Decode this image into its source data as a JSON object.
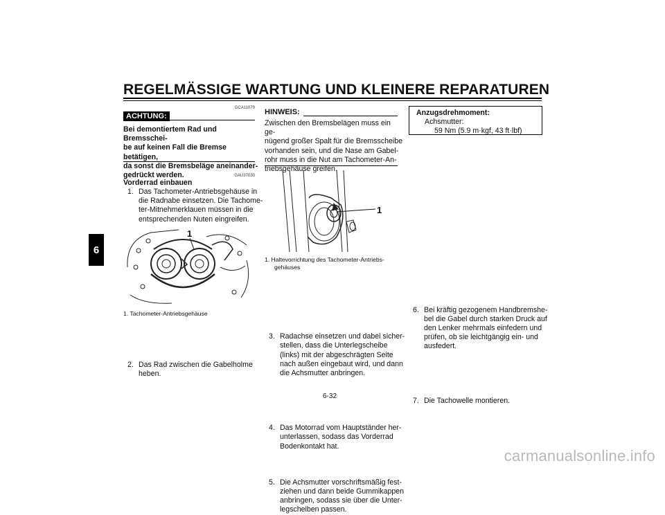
{
  "header": {
    "title": "REGELMÄSSIGE WARTUNG UND KLEINERE REPARATUREN",
    "chapter_tab": "6"
  },
  "col1": {
    "code_a": "GCA11070",
    "achtung_label": "ACHTUNG:",
    "achtung_text": [
      "Bei demontiertem Rad und Bremsschei-",
      "be auf keinen Fall die Bremse betätigen,",
      "da sonst die Bremsbeläge aneinander-",
      "gedrückt werden."
    ],
    "code_b": "GAU37030",
    "section_title": "Vorderrad einbauen",
    "step1_num": "1.",
    "step1": [
      "Das Tachometer-Antriebsgehäuse in",
      "die Radnabe einsetzen. Die Tachome-",
      "ter-Mitnehmerklauen müssen in die",
      "entsprechenden Nuten eingreifen."
    ],
    "figure1_callout": "1",
    "figure1_caption": "1.  Tachometer-Antriebsgehäuse",
    "step2_num": "2.",
    "step2": [
      "Das Rad zwischen die Gabelholme",
      "heben."
    ]
  },
  "col2": {
    "hinweis_label": "HINWEIS:",
    "hinweis_text": [
      "Zwischen den Bremsbelägen muss ein ge-",
      "nügend großer Spalt für die Bremsscheibe",
      "vorhanden sein, und die Nase am Gabel-",
      "rohr muss in die Nut am Tachometer-An-",
      "triebsgehäuse greifen."
    ],
    "figure2_callout": "1",
    "figure2_caption": [
      "1.  Haltevorrichtung des Tachometer-Antriebs-",
      "gehäuses"
    ],
    "step3_num": "3.",
    "step3": [
      "Radachse einsetzen und dabei sicher-",
      "stellen, dass die Unterlegscheibe",
      "(links) mit der abgeschrägten Seite",
      "nach außen eingebaut wird, und dann",
      "die Achsmutter anbringen."
    ],
    "step4_num": "4.",
    "step4": [
      "Das Motorrad vom Hauptständer her-",
      "unterlassen, sodass das Vorderrad",
      "Bodenkontakt hat."
    ],
    "step5_num": "5.",
    "step5": [
      "Die Achsmutter vorschriftsmäßig fest-",
      "ziehen und dann beide Gummikappen",
      "anbringen, sodass sie über die Unter-",
      "legscheiben passen."
    ]
  },
  "col3": {
    "torque_title": "Anzugsdrehmoment:",
    "torque_item": "Achsmutter:",
    "torque_value": "59 Nm (5.9 m·kgf, 43 ft·lbf)",
    "step6_num": "6.",
    "step6": [
      "Bei kräftig gezogenem Handbremshe-",
      "bel die Gabel durch starken Druck auf",
      "den Lenker mehrmals einfedern und",
      "prüfen, ob sie leichtgängig ein- und",
      "ausfedert."
    ],
    "step7_num": "7.",
    "step7": [
      "Die Tachowelle montieren."
    ]
  },
  "footer": {
    "page_number": "6-32",
    "watermark": "carmanualsonline.info"
  }
}
